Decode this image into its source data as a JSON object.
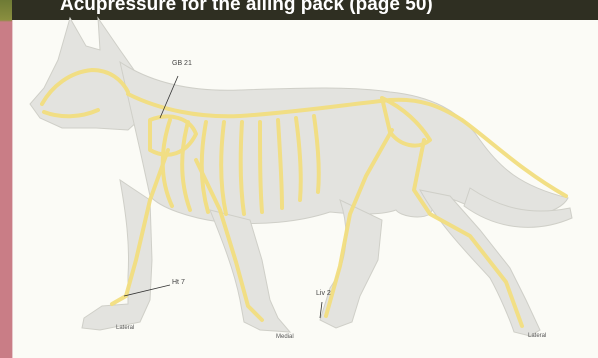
{
  "header": {
    "title": "Acupressure for the ailing pack (page 50)"
  },
  "illustration": {
    "acupoints": [
      {
        "id": "gb21",
        "label": "GB 21"
      },
      {
        "id": "ht7",
        "label": "Ht 7"
      },
      {
        "id": "liv2",
        "label": "Liv 2"
      }
    ],
    "view_labels": {
      "front": "Lateral",
      "middle": "Medial",
      "rear": "Lateral"
    }
  }
}
